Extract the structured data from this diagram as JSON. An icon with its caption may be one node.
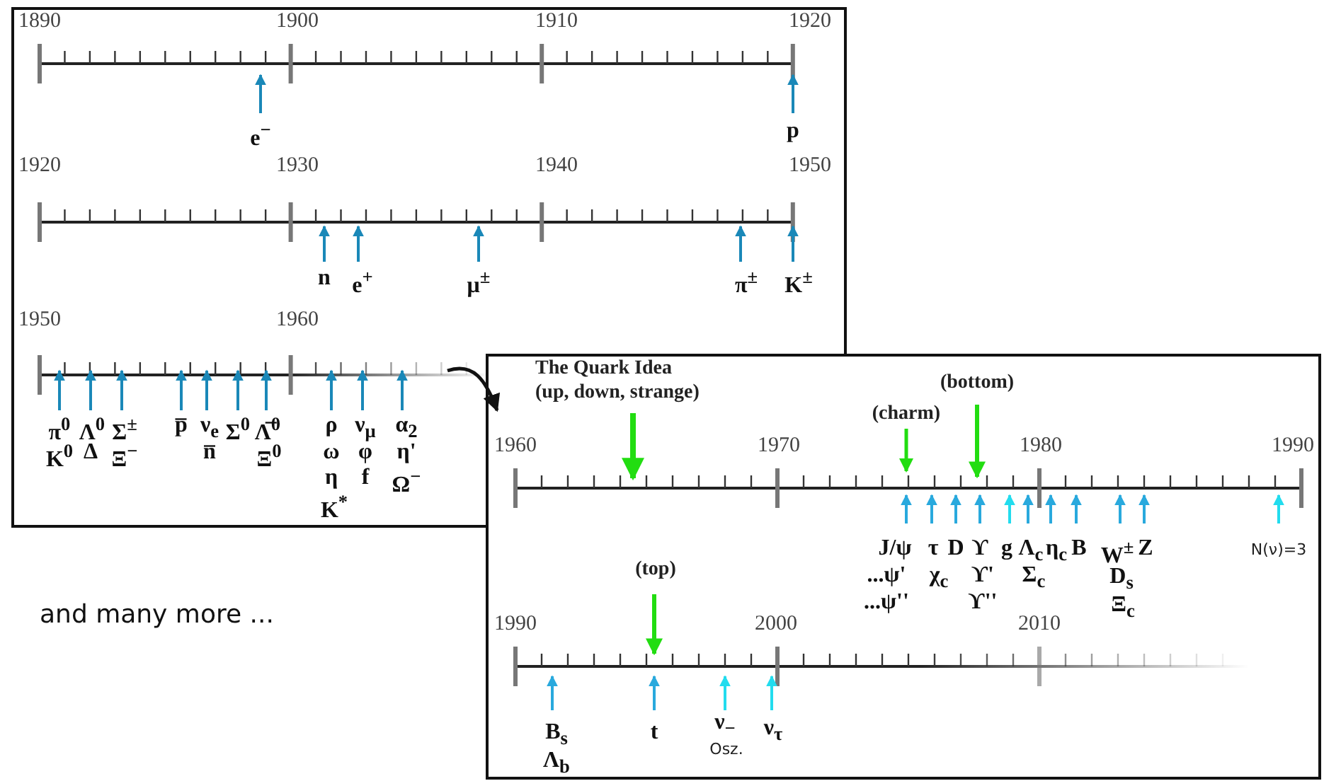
{
  "diagram": {
    "nodes": [
      {
        "text": [],
        "shape": "box"
      },
      {
        "text": [],
        "shape": "box"
      }
    ],
    "edges": [
      {
        "from": 0,
        "to": 1,
        "arrow": "to"
      }
    ],
    "labels": [
      "1890",
      "1900",
      "1910",
      "1920",
      "e$^{−}$",
      "p",
      "1920",
      "1930",
      "1940",
      "1950",
      "n",
      "e$^{+}$",
      "μ$^{±}$",
      "π$^{±}$",
      "K$^{±}$",
      "1950",
      "1960",
      "π$^{0}$",
      "Λ$^{0}$",
      "Σ$^{±}$",
      "p̅",
      "ν$_{e}$",
      "Σ$^{0}$",
      "Λ̅$^{0}$",
      "ρ",
      "ν$_{μ}$",
      "α$_{2}$",
      "K$^{0}$",
      "Δ",
      "Ξ$^{−}$",
      "n̅",
      "Ξ$^{0}$",
      "ω",
      "φ",
      "η'",
      "η",
      "f",
      "Ω$^{−}$",
      "K$^{*}$",
      "The Quark Idea",
      "(up, down, strange)",
      "(bottom)",
      "(charm)",
      "1960",
      "1970",
      "1980",
      "1990",
      "J/ψ",
      "τ",
      "D",
      "ϒ",
      "g",
      "Λ$_{c}$",
      "η$_{c}$",
      "B",
      "W$^{±}$",
      "Z",
      "N(ν)=3",
      "...ψ'",
      "χ$_{c}$",
      "ϒ'",
      "Σ$_{c}$",
      "D$_{s}$",
      "...ψ''",
      "ϒ''",
      "Ξ$_{c}$",
      "(top)",
      "1990",
      "2000",
      "2010",
      "B$_{s}$",
      "t",
      "ν$_{−}$",
      "ν$_{τ}$",
      "Osz.",
      "Λ$_{b}$",
      "and many more ..."
    ]
  }
}
